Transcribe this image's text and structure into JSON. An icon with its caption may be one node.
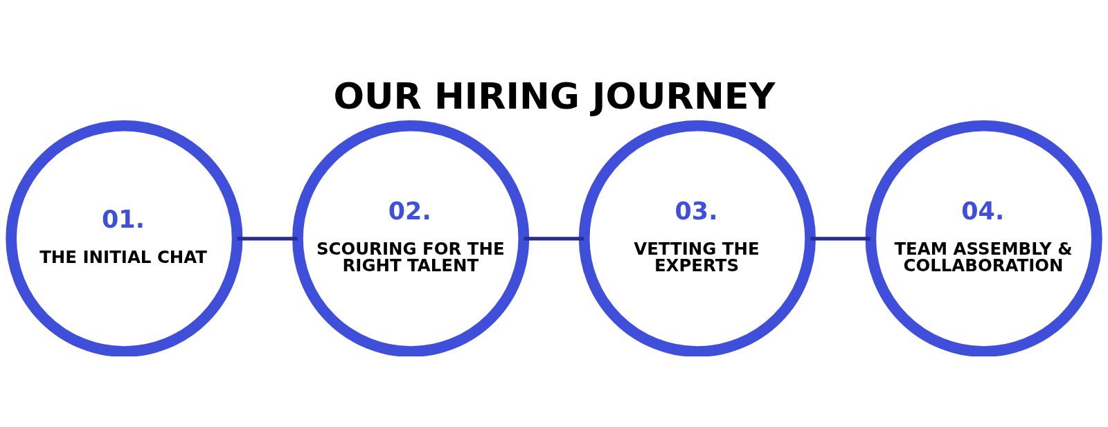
{
  "diagram": {
    "title": "OUR HIRING JOURNEY",
    "nodes": [
      {
        "text": [
          "01.",
          "THE INITIAL CHAT"
        ]
      },
      {
        "text": [
          "02.",
          "SCOURING FOR THE RIGHT TALENT"
        ]
      },
      {
        "text": [
          "03.",
          "VETTING THE EXPERTS"
        ]
      },
      {
        "text": [
          "04.",
          "TEAM ASSEMBLY & COLLABORATION"
        ]
      }
    ],
    "edges": [
      {
        "from": 0,
        "to": 1,
        "arrow": "none"
      },
      {
        "from": 1,
        "to": 2,
        "arrow": "none"
      },
      {
        "from": 2,
        "to": 3,
        "arrow": "none"
      }
    ]
  }
}
